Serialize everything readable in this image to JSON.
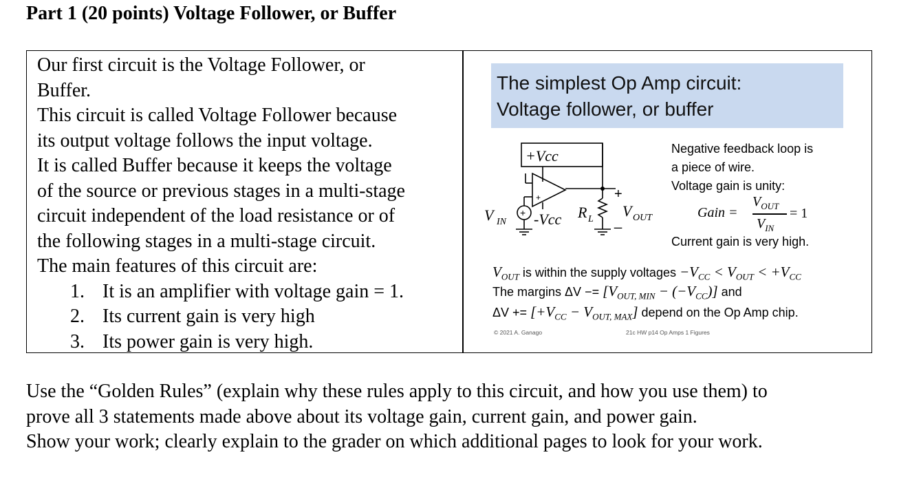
{
  "heading": "Part 1 (20 points) Voltage Follower, or Buffer",
  "left_panel": {
    "intro_line1": "Our first circuit is the Voltage Follower, or",
    "intro_line2": "Buffer.",
    "follower_l1": "This circuit is called Voltage Follower because",
    "follower_l2": "its output voltage follows the input voltage.",
    "buffer_l1": "It is called Buffer because it keeps the voltage",
    "buffer_l2": "of the source or previous stages in a multi-stage",
    "buffer_l3": "circuit independent of the load resistance or of",
    "buffer_l4": "the following stages in a multi-stage circuit.",
    "features_heading": "The main features of this circuit are:",
    "features": [
      {
        "num": "1.",
        "text": "It is an amplifier with voltage gain = 1."
      },
      {
        "num": "2.",
        "text": "Its current gain is very high"
      },
      {
        "num": "3.",
        "text": "Its power gain is very high."
      }
    ]
  },
  "slide": {
    "title_line1": "The simplest Op Amp circuit:",
    "title_line2": "Voltage follower, or buffer",
    "circuit_labels": {
      "vcc_pos": "+Vcc",
      "vin": "V",
      "vin_sub": "IN",
      "vcc_neg": "-Vcc",
      "rl": "R",
      "rl_sub": "L",
      "vout": "V",
      "vout_sub": "OUT",
      "plus": "+",
      "minus": "_"
    },
    "note1": "Negative feedback loop is",
    "note2": "a piece of wire.",
    "note3": "Voltage gain is unity:",
    "gain_label": "Gain =",
    "gain_num": "V",
    "gain_num_sub": "OUT",
    "gain_den": "V",
    "gain_den_sub": "IN",
    "gain_value": "= 1",
    "note4": "Current gain is very high.",
    "supply_line_a": "V",
    "supply_line_a_sub": "OUT",
    "supply_line_b": " is within the supply voltages ",
    "supply_line_c": "−V",
    "supply_line_c_sub": "CC",
    "supply_line_d": " < V",
    "supply_line_d_sub": "OUT",
    "supply_line_e": " < +V",
    "supply_line_e_sub": "CC",
    "margins_a": "The margins ΔV −= ",
    "margins_b": "[V",
    "margins_b_sub": "OUT, MIN",
    "margins_c": " − (−V",
    "margins_c_sub": "CC",
    "margins_d": ")]",
    "margins_e": " and",
    "margins2_a": "ΔV += ",
    "margins2_b": "[+V",
    "margins2_b_sub": "CC",
    "margins2_c": " − V",
    "margins2_c_sub": "OUT, MAX",
    "margins2_d": "]",
    "margins2_e": " depend on the Op Amp chip.",
    "copyright": "© 2021 A. Ganago",
    "figure_ref": "21c HW p14 Op Amps 1 Figures"
  },
  "prompt": {
    "line1": "Use the “Golden Rules” (explain why these rules apply to this circuit, and how you use them) to",
    "line2": "prove all 3 statements made above about its voltage gain, current gain, and power gain.",
    "line3": "Show your work; clearly explain to the grader on which additional pages to look for your work."
  }
}
